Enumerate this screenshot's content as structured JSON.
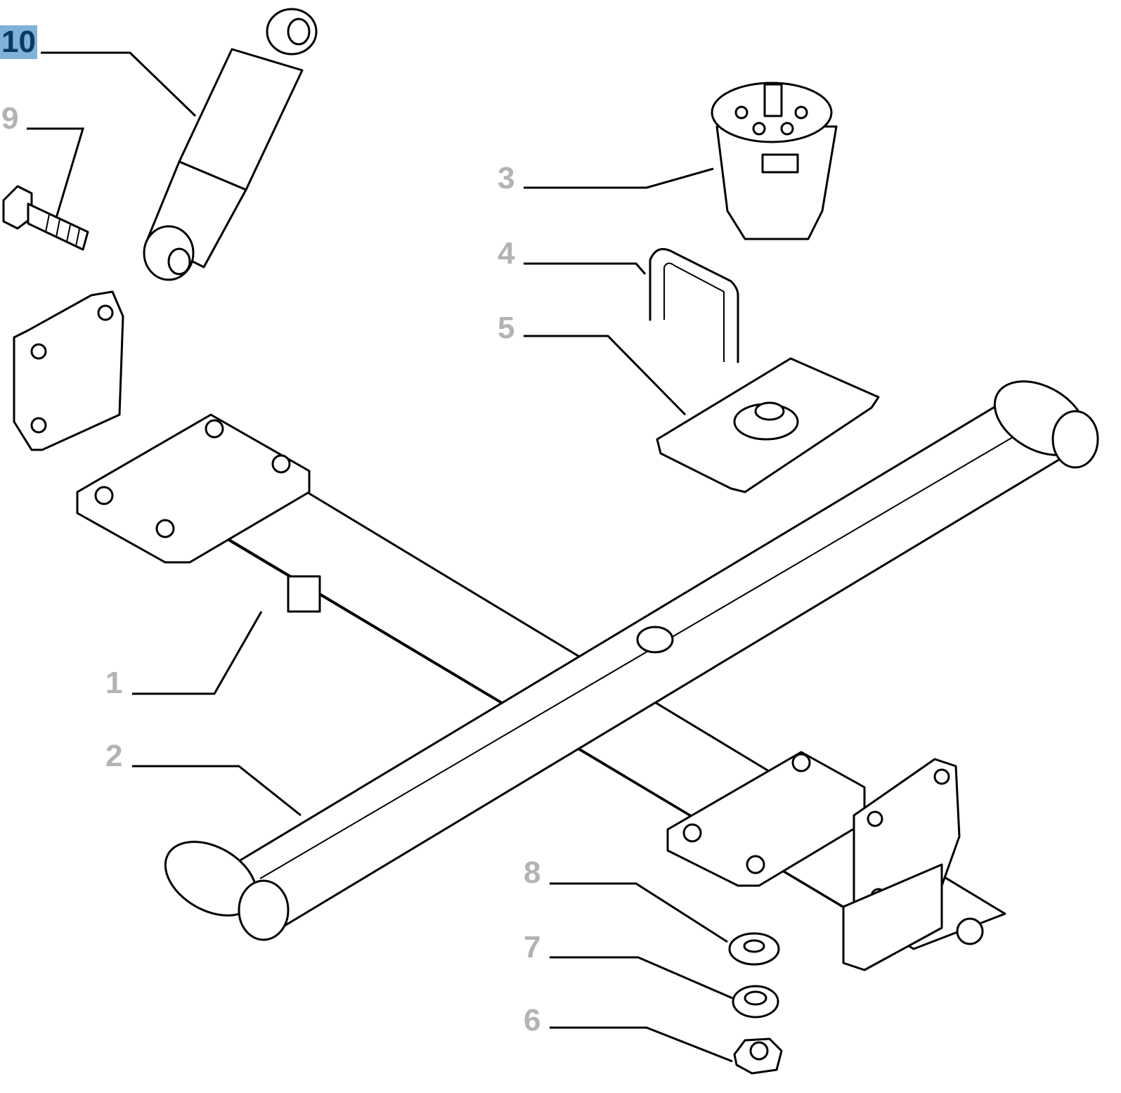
{
  "callouts": [
    {
      "id": "10",
      "label": "10",
      "part": "shock-absorber",
      "selected": true
    },
    {
      "id": "9",
      "label": "9",
      "part": "bolt",
      "selected": false
    },
    {
      "id": "3",
      "label": "3",
      "part": "bump-stop",
      "selected": false
    },
    {
      "id": "4",
      "label": "4",
      "part": "u-bolt",
      "selected": false
    },
    {
      "id": "5",
      "label": "5",
      "part": "spring-plate",
      "selected": false
    },
    {
      "id": "1",
      "label": "1",
      "part": "axle-beam",
      "selected": false
    },
    {
      "id": "2",
      "label": "2",
      "part": "leaf-spring",
      "selected": false
    },
    {
      "id": "8",
      "label": "8",
      "part": "washer",
      "selected": false
    },
    {
      "id": "7",
      "label": "7",
      "part": "spring-washer",
      "selected": false
    },
    {
      "id": "6",
      "label": "6",
      "part": "nut",
      "selected": false
    }
  ],
  "colors": {
    "highlight_bg": "#7fb2d9",
    "highlight_text": "#0b3a5e",
    "callout_text": "#b3b3b3"
  }
}
